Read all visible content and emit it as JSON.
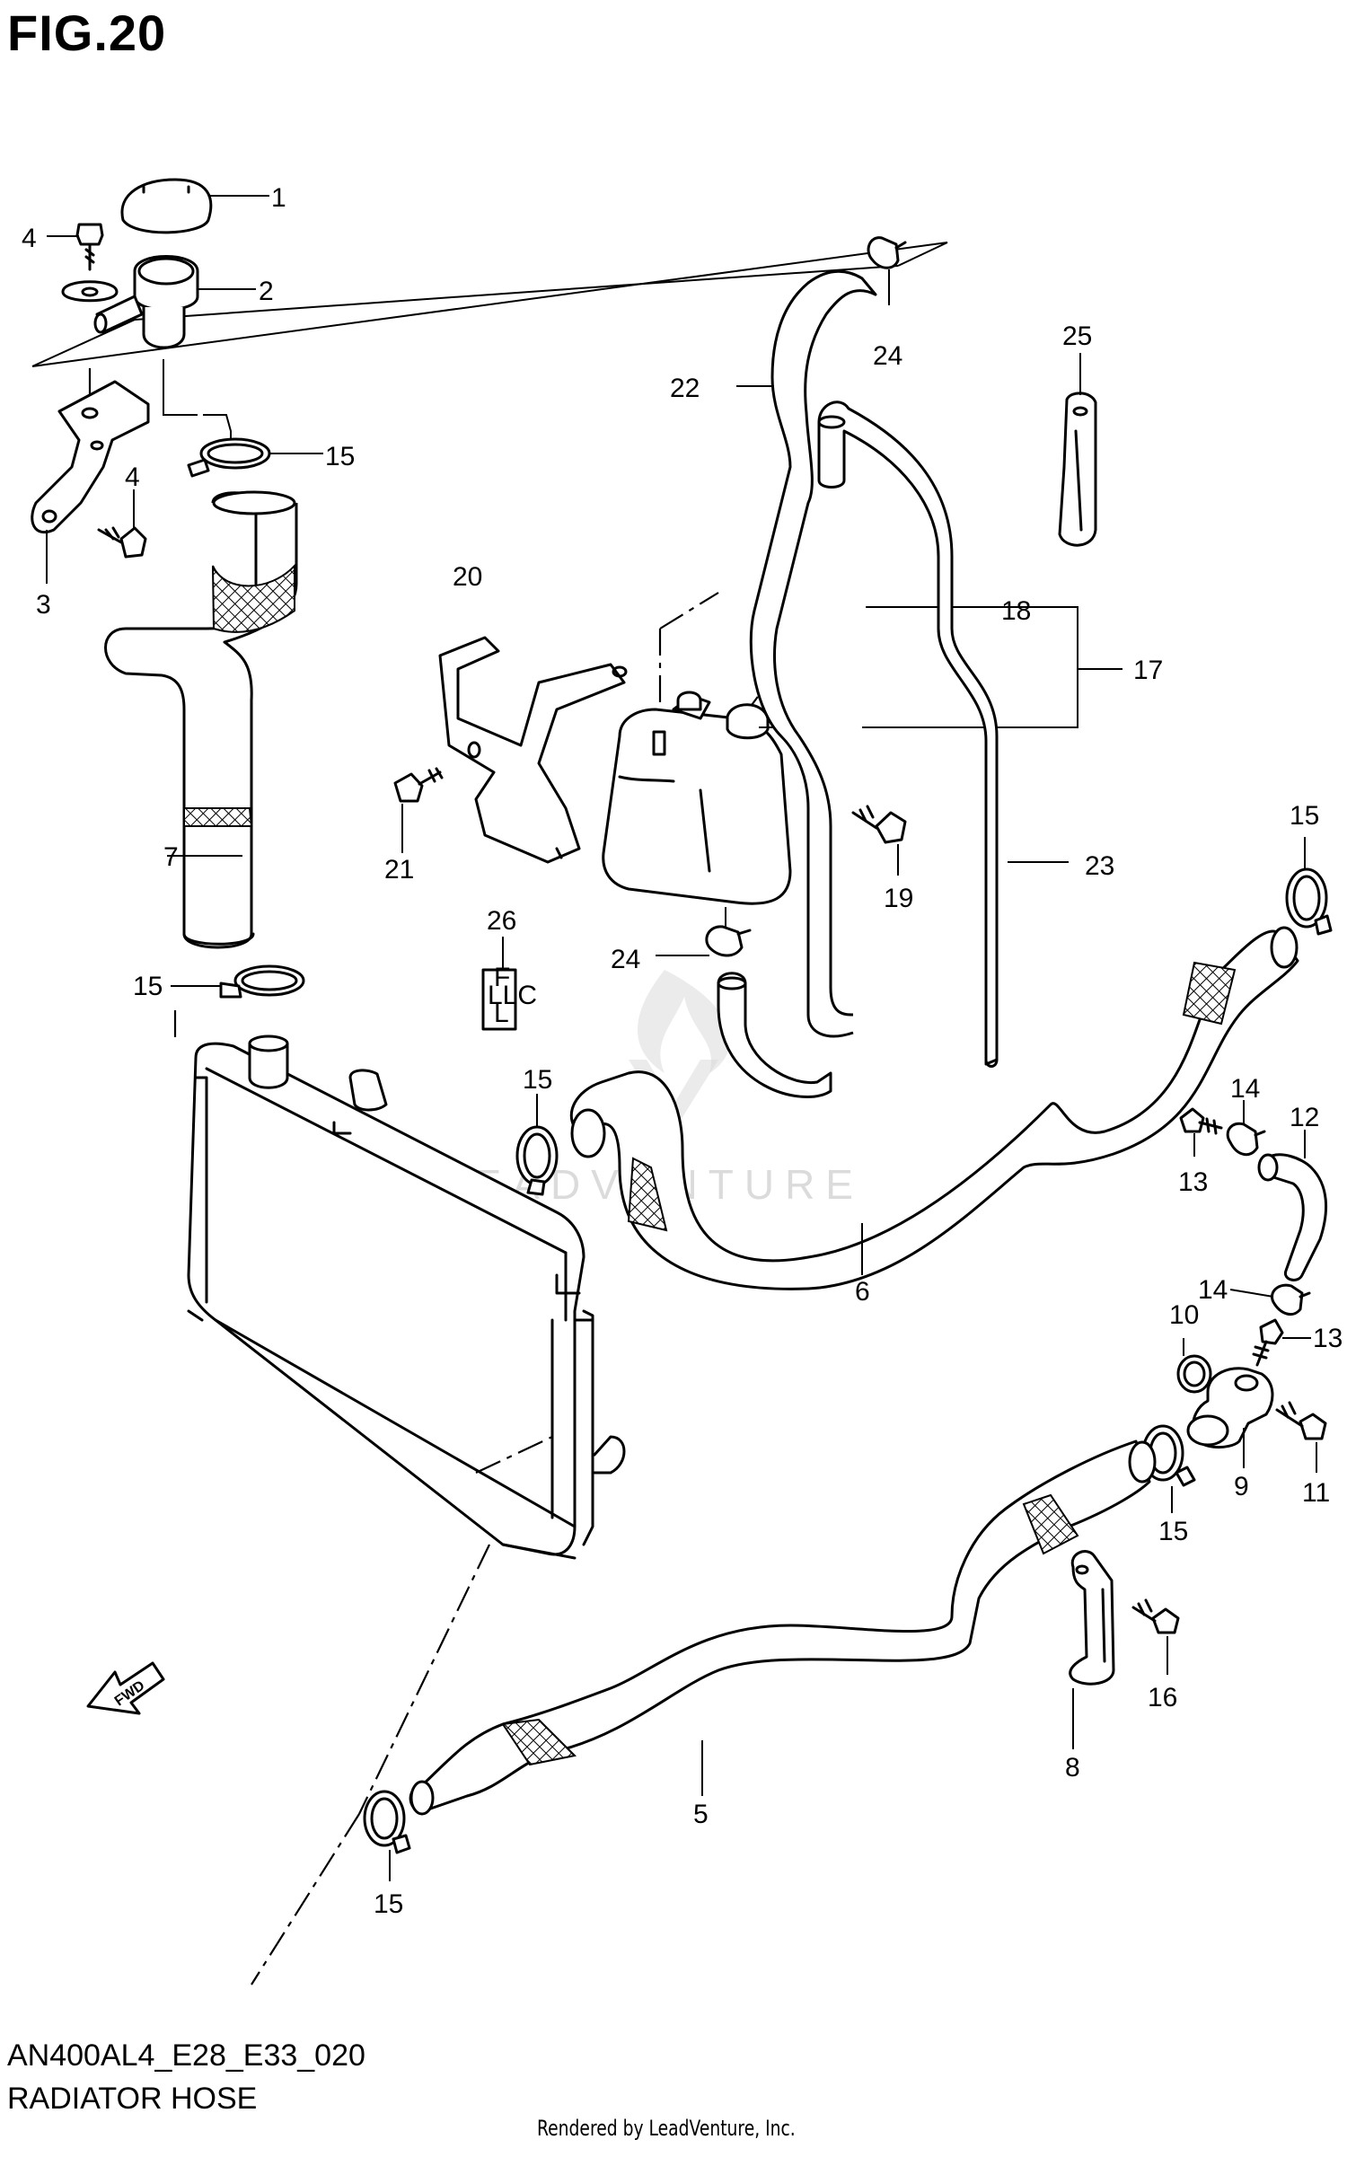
{
  "figure": {
    "title": "FIG.20",
    "model_code": "AN400AL4_E28_E33_020",
    "name": "RADIATOR HOSE",
    "credit": "Rendered by LeadVenture, Inc.",
    "watermark": "LEADVENTURE"
  },
  "coolant_label": [
    "F",
    "LLC",
    "L"
  ],
  "fwd_label": "FWD",
  "callouts": [
    {
      "id": "c1",
      "label": "1"
    },
    {
      "id": "c2",
      "label": "2"
    },
    {
      "id": "c3",
      "label": "3"
    },
    {
      "id": "c4a",
      "label": "4"
    },
    {
      "id": "c4b",
      "label": "4"
    },
    {
      "id": "c5",
      "label": "5"
    },
    {
      "id": "c6",
      "label": "6"
    },
    {
      "id": "c7",
      "label": "7"
    },
    {
      "id": "c8",
      "label": "8"
    },
    {
      "id": "c9",
      "label": "9"
    },
    {
      "id": "c10",
      "label": "10"
    },
    {
      "id": "c11",
      "label": "11"
    },
    {
      "id": "c12",
      "label": "12"
    },
    {
      "id": "c13a",
      "label": "13"
    },
    {
      "id": "c13b",
      "label": "13"
    },
    {
      "id": "c14a",
      "label": "14"
    },
    {
      "id": "c14b",
      "label": "14"
    },
    {
      "id": "c15a",
      "label": "15"
    },
    {
      "id": "c15b",
      "label": "15"
    },
    {
      "id": "c15c",
      "label": "15"
    },
    {
      "id": "c15d",
      "label": "15"
    },
    {
      "id": "c15e",
      "label": "15"
    },
    {
      "id": "c15f",
      "label": "15"
    },
    {
      "id": "c16",
      "label": "16"
    },
    {
      "id": "c17",
      "label": "17"
    },
    {
      "id": "c18",
      "label": "18"
    },
    {
      "id": "c19",
      "label": "19"
    },
    {
      "id": "c20",
      "label": "20"
    },
    {
      "id": "c21",
      "label": "21"
    },
    {
      "id": "c22",
      "label": "22"
    },
    {
      "id": "c23",
      "label": "23"
    },
    {
      "id": "c24a",
      "label": "24"
    },
    {
      "id": "c24b",
      "label": "24"
    },
    {
      "id": "c25",
      "label": "25"
    },
    {
      "id": "c26",
      "label": "26"
    }
  ]
}
